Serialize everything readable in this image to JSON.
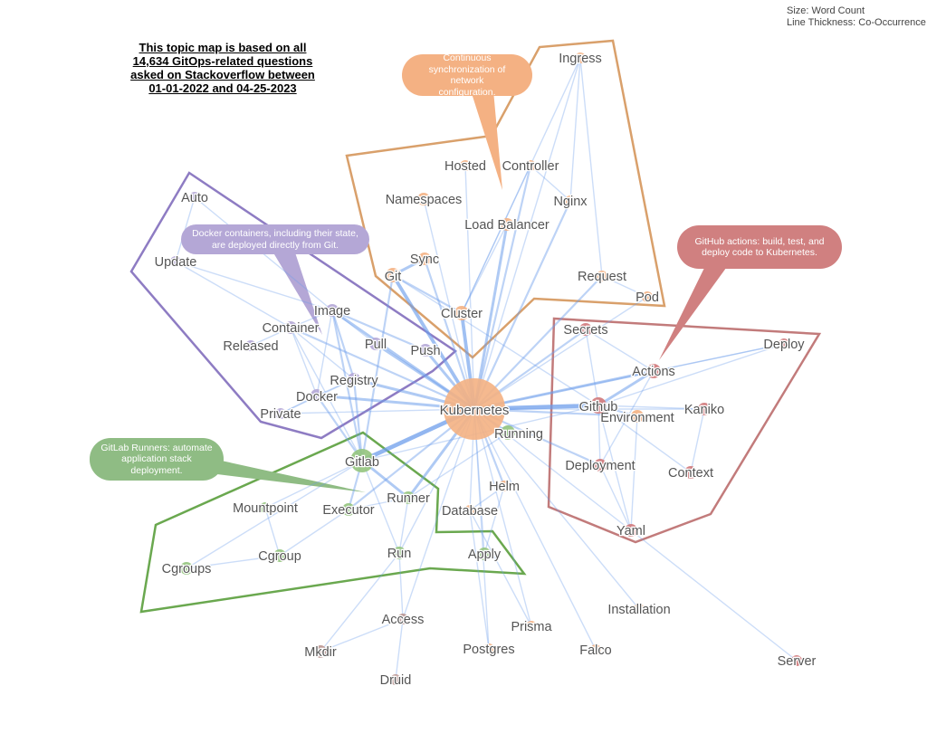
{
  "legend": {
    "size_label": "Size: Word Count",
    "thickness_label": "Line Thickness: Co-Occurrence"
  },
  "intro": {
    "line1": "This topic map is based on all",
    "line2": "14,634 GitOps-related questions",
    "line3": "asked on Stackoverflow between",
    "line4": "01-01-2022 and 04-25-2023"
  },
  "callouts": {
    "continuous": {
      "line1": "Continuous",
      "line2": "synchronization of network",
      "line3": "configuration.",
      "color": "#f4b183"
    },
    "docker": {
      "line1": "Docker containers, including their state,",
      "line2": "are deployed directly from Git.",
      "color": "#b4a7d6"
    },
    "github": {
      "line1": "GitHub actions: build, test, and",
      "line2": "deploy code to Kubernetes.",
      "color": "#d08080"
    },
    "gitlab": {
      "line1": "GitLab Runners: automate",
      "line2": "application stack",
      "line3": "deployment.",
      "color": "#8fbc84"
    }
  },
  "colors": {
    "orange": "#f4b183",
    "purple": "#b4a7d6",
    "red": "#d0787a",
    "green": "#93c47d",
    "brown": "#b9938f",
    "edge": "#6d9eeb",
    "border_orange": "#d9a06b",
    "border_purple": "#8e7cc3",
    "border_red": "#c27b7b",
    "border_green": "#6aa84f"
  },
  "nodes": [
    {
      "label": "Ingress",
      "group": "orange"
    },
    {
      "label": "Hosted",
      "group": "orange"
    },
    {
      "label": "Controller",
      "group": "orange"
    },
    {
      "label": "Namespaces",
      "group": "orange"
    },
    {
      "label": "Nginx",
      "group": "orange"
    },
    {
      "label": "Load Balancer",
      "group": "orange"
    },
    {
      "label": "Sync",
      "group": "orange"
    },
    {
      "label": "Git",
      "group": "orange"
    },
    {
      "label": "Request",
      "group": "orange"
    },
    {
      "label": "Pod",
      "group": "orange"
    },
    {
      "label": "Cluster",
      "group": "orange"
    },
    {
      "label": "Kubernetes",
      "group": "orange"
    },
    {
      "label": "Helm",
      "group": "orange"
    },
    {
      "label": "Database",
      "group": "orange"
    },
    {
      "label": "Environment",
      "group": "orange"
    },
    {
      "label": "Installation",
      "group": "orange"
    },
    {
      "label": "Falco",
      "group": "orange"
    },
    {
      "label": "Prisma",
      "group": "orange"
    },
    {
      "label": "Postgres",
      "group": "orange"
    },
    {
      "label": "Auto",
      "group": "purple"
    },
    {
      "label": "Update",
      "group": "purple"
    },
    {
      "label": "Image",
      "group": "purple"
    },
    {
      "label": "Container",
      "group": "purple"
    },
    {
      "label": "Released",
      "group": "purple"
    },
    {
      "label": "Pull",
      "group": "purple"
    },
    {
      "label": "Push",
      "group": "purple"
    },
    {
      "label": "Registry",
      "group": "purple"
    },
    {
      "label": "Docker",
      "group": "purple"
    },
    {
      "label": "Private",
      "group": "purple"
    },
    {
      "label": "Secrets",
      "group": "red"
    },
    {
      "label": "Deploy",
      "group": "red"
    },
    {
      "label": "Actions",
      "group": "red"
    },
    {
      "label": "Github",
      "group": "red"
    },
    {
      "label": "Kaniko",
      "group": "red"
    },
    {
      "label": "Deployment",
      "group": "red"
    },
    {
      "label": "Context",
      "group": "red"
    },
    {
      "label": "Yaml",
      "group": "red"
    },
    {
      "label": "Server",
      "group": "red"
    },
    {
      "label": "Gitlab",
      "group": "green"
    },
    {
      "label": "Running",
      "group": "green"
    },
    {
      "label": "Mountpoint",
      "group": "green"
    },
    {
      "label": "Executor",
      "group": "green"
    },
    {
      "label": "Runner",
      "group": "green"
    },
    {
      "label": "Cgroup",
      "group": "green"
    },
    {
      "label": "Cgroups",
      "group": "green"
    },
    {
      "label": "Run",
      "group": "green"
    },
    {
      "label": "Apply",
      "group": "green"
    },
    {
      "label": "Access",
      "group": "brown"
    },
    {
      "label": "Mkdir",
      "group": "brown"
    },
    {
      "label": "Druid",
      "group": "brown"
    }
  ],
  "edges": [
    {
      "source": "Kubernetes",
      "target": "Gitlab",
      "weight": 5
    },
    {
      "source": "Kubernetes",
      "target": "Github",
      "weight": 5
    },
    {
      "source": "Kubernetes",
      "target": "Cluster",
      "weight": 4
    },
    {
      "source": "Kubernetes",
      "target": "Git",
      "weight": 4
    },
    {
      "source": "Kubernetes",
      "target": "Registry",
      "weight": 3
    },
    {
      "source": "Kubernetes",
      "target": "Image",
      "weight": 3
    },
    {
      "source": "Kubernetes",
      "target": "Push",
      "weight": 3
    },
    {
      "source": "Kubernetes",
      "target": "Pull",
      "weight": 3
    },
    {
      "source": "Kubernetes",
      "target": "Docker",
      "weight": 3
    },
    {
      "source": "Kubernetes",
      "target": "Load Balancer",
      "weight": 3
    },
    {
      "source": "Kubernetes",
      "target": "Actions",
      "weight": 3
    },
    {
      "source": "Kubernetes",
      "target": "Runner",
      "weight": 3
    },
    {
      "source": "Kubernetes",
      "target": "Deployment",
      "weight": 2
    },
    {
      "source": "Kubernetes",
      "target": "Helm",
      "weight": 2
    },
    {
      "source": "Kubernetes",
      "target": "Running",
      "weight": 2
    },
    {
      "source": "Kubernetes",
      "target": "Environment",
      "weight": 2
    },
    {
      "source": "Kubernetes",
      "target": "Secrets",
      "weight": 2
    },
    {
      "source": "Kubernetes",
      "target": "Sync",
      "weight": 2
    },
    {
      "source": "Kubernetes",
      "target": "Controller",
      "weight": 2
    },
    {
      "source": "Kubernetes",
      "target": "Request",
      "weight": 2
    },
    {
      "source": "Kubernetes",
      "target": "Nginx",
      "weight": 2
    },
    {
      "source": "Kubernetes",
      "target": "Ingress",
      "weight": 1
    },
    {
      "source": "Kubernetes",
      "target": "Hosted",
      "weight": 1
    },
    {
      "source": "Kubernetes",
      "target": "Namespaces",
      "weight": 1
    },
    {
      "source": "Kubernetes",
      "target": "Pod",
      "weight": 1
    },
    {
      "source": "Kubernetes",
      "target": "Database",
      "weight": 1
    },
    {
      "source": "Kubernetes",
      "target": "Apply",
      "weight": 1
    },
    {
      "source": "Kubernetes",
      "target": "Run",
      "weight": 1
    },
    {
      "source": "Kubernetes",
      "target": "Executor",
      "weight": 2
    },
    {
      "source": "Kubernetes",
      "target": "Yaml",
      "weight": 1
    },
    {
      "source": "Kubernetes",
      "target": "Container",
      "weight": 2
    },
    {
      "source": "Kubernetes",
      "target": "Private",
      "weight": 1
    },
    {
      "source": "Kubernetes",
      "target": "Prisma",
      "weight": 1
    },
    {
      "source": "Kubernetes",
      "target": "Postgres",
      "weight": 1
    },
    {
      "source": "Kubernetes",
      "target": "Access",
      "weight": 1
    },
    {
      "source": "Kubernetes",
      "target": "Falco",
      "weight": 1
    },
    {
      "source": "Kubernetes",
      "target": "Installation",
      "weight": 1
    },
    {
      "source": "Kubernetes",
      "target": "Kaniko",
      "weight": 1
    },
    {
      "source": "Kubernetes",
      "target": "Deploy",
      "weight": 1
    },
    {
      "source": "Git",
      "target": "Sync",
      "weight": 3
    },
    {
      "source": "Git",
      "target": "Cluster",
      "weight": 2
    },
    {
      "source": "Git",
      "target": "Gitlab",
      "weight": 2
    },
    {
      "source": "Git",
      "target": "Github",
      "weight": 1
    },
    {
      "source": "Cluster",
      "target": "Load Balancer",
      "weight": 1
    },
    {
      "source": "Cluster",
      "target": "Controller",
      "weight": 1
    },
    {
      "source": "Cluster",
      "target": "Ingress",
      "weight": 1
    },
    {
      "source": "Gitlab",
      "target": "Runner",
      "weight": 3
    },
    {
      "source": "Gitlab",
      "target": "Executor",
      "weight": 2
    },
    {
      "source": "Gitlab",
      "target": "Image",
      "weight": 2
    },
    {
      "source": "Gitlab",
      "target": "Registry",
      "weight": 2
    },
    {
      "source": "Gitlab",
      "target": "Docker",
      "weight": 2
    },
    {
      "source": "Gitlab",
      "target": "Run",
      "weight": 1
    },
    {
      "source": "Gitlab",
      "target": "Mountpoint",
      "weight": 1
    },
    {
      "source": "Gitlab",
      "target": "Cgroups",
      "weight": 1
    },
    {
      "source": "Gitlab",
      "target": "Github",
      "weight": 1
    },
    {
      "source": "Gitlab",
      "target": "Container",
      "weight": 1
    },
    {
      "source": "Runner",
      "target": "Executor",
      "weight": 1
    },
    {
      "source": "Runner",
      "target": "Run",
      "weight": 1
    },
    {
      "source": "Runner",
      "target": "Running",
      "weight": 1
    },
    {
      "source": "Executor",
      "target": "Cgroup",
      "weight": 1
    },
    {
      "source": "Mountpoint",
      "target": "Cgroup",
      "weight": 1
    },
    {
      "source": "Cgroup",
      "target": "Cgroups",
      "weight": 1
    },
    {
      "source": "Image",
      "target": "Registry",
      "weight": 2
    },
    {
      "source": "Image",
      "target": "Push",
      "weight": 2
    },
    {
      "source": "Image",
      "target": "Pull",
      "weight": 1
    },
    {
      "source": "Image",
      "target": "Container",
      "weight": 1
    },
    {
      "source": "Image",
      "target": "Docker",
      "weight": 1
    },
    {
      "source": "Image",
      "target": "Auto",
      "weight": 1
    },
    {
      "source": "Image",
      "target": "Update",
      "weight": 1
    },
    {
      "source": "Container",
      "target": "Released",
      "weight": 1
    },
    {
      "source": "Container",
      "target": "Registry",
      "weight": 1
    },
    {
      "source": "Docker",
      "target": "Registry",
      "weight": 1
    },
    {
      "source": "Docker",
      "target": "Private",
      "weight": 1
    },
    {
      "source": "Docker",
      "target": "Container",
      "weight": 1
    },
    {
      "source": "Registry",
      "target": "Private",
      "weight": 1
    },
    {
      "source": "Update",
      "target": "Container",
      "weight": 1
    },
    {
      "source": "Auto",
      "target": "Update",
      "weight": 1
    },
    {
      "source": "Github",
      "target": "Actions",
      "weight": 3
    },
    {
      "source": "Github",
      "target": "Environment",
      "weight": 2
    },
    {
      "source": "Github",
      "target": "Secrets",
      "weight": 1
    },
    {
      "source": "Github",
      "target": "Deployment",
      "weight": 1
    },
    {
      "source": "Github",
      "target": "Kaniko",
      "weight": 1
    },
    {
      "source": "Github",
      "target": "Deploy",
      "weight": 1
    },
    {
      "source": "Github",
      "target": "Yaml",
      "weight": 1
    },
    {
      "source": "Github",
      "target": "Context",
      "weight": 1
    },
    {
      "source": "Actions",
      "target": "Deploy",
      "weight": 1
    },
    {
      "source": "Actions",
      "target": "Secrets",
      "weight": 1
    },
    {
      "source": "Actions",
      "target": "Deployment",
      "weight": 1
    },
    {
      "source": "Kaniko",
      "target": "Context",
      "weight": 1
    },
    {
      "source": "Deployment",
      "target": "Yaml",
      "weight": 1
    },
    {
      "source": "Yaml",
      "target": "Server",
      "weight": 1
    },
    {
      "source": "Yaml",
      "target": "Environment",
      "weight": 1
    },
    {
      "source": "Helm",
      "target": "Apply",
      "weight": 1
    },
    {
      "source": "Helm",
      "target": "Database",
      "weight": 1
    },
    {
      "source": "Database",
      "target": "Prisma",
      "weight": 1
    },
    {
      "source": "Database",
      "target": "Postgres",
      "weight": 1
    },
    {
      "source": "Run",
      "target": "Access",
      "weight": 1
    },
    {
      "source": "Access",
      "target": "Mkdir",
      "weight": 1
    },
    {
      "source": "Access",
      "target": "Druid",
      "weight": 1
    },
    {
      "source": "Run",
      "target": "Mkdir",
      "weight": 1
    },
    {
      "source": "Nginx",
      "target": "Ingress",
      "weight": 1
    },
    {
      "source": "Nginx",
      "target": "Controller",
      "weight": 1
    },
    {
      "source": "Request",
      "target": "Pod",
      "weight": 1
    },
    {
      "source": "Request",
      "target": "Ingress",
      "weight": 1
    }
  ]
}
